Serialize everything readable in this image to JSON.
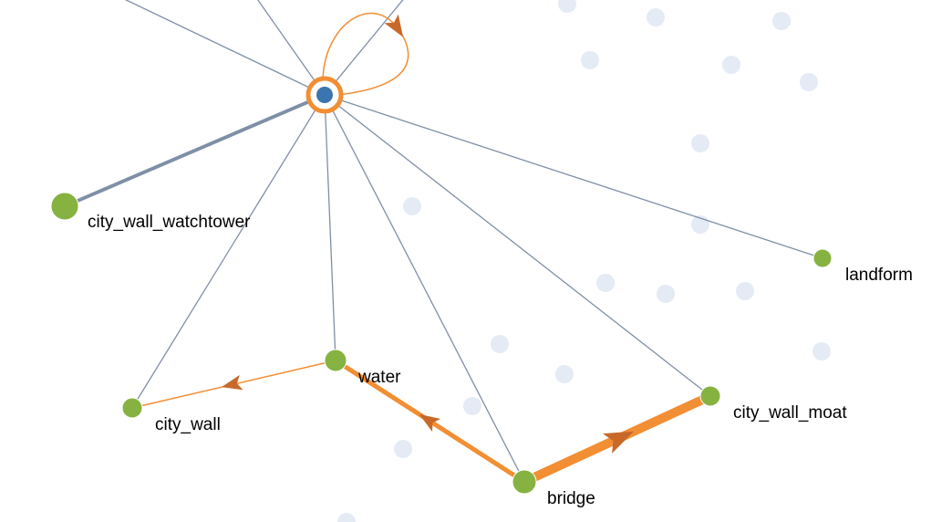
{
  "graph": {
    "center_node": {
      "id": "center",
      "label": ""
    },
    "nodes": [
      {
        "id": "city_wall_watchtower",
        "label": "city_wall_watchtower"
      },
      {
        "id": "city_wall",
        "label": "city_wall"
      },
      {
        "id": "water",
        "label": "water"
      },
      {
        "id": "bridge",
        "label": "bridge"
      },
      {
        "id": "city_wall_moat",
        "label": "city_wall_moat"
      },
      {
        "id": "landform",
        "label": "landform"
      }
    ],
    "neutral_edges": [
      {
        "source": "center",
        "target": "offscreen_a",
        "weight": 1
      },
      {
        "source": "center",
        "target": "offscreen_b",
        "weight": 1
      },
      {
        "source": "center",
        "target": "offscreen_c",
        "weight": 1
      },
      {
        "source": "center",
        "target": "city_wall_watchtower",
        "weight": 3
      },
      {
        "source": "center",
        "target": "city_wall",
        "weight": 1
      },
      {
        "source": "center",
        "target": "water",
        "weight": 1
      },
      {
        "source": "center",
        "target": "bridge",
        "weight": 1
      },
      {
        "source": "center",
        "target": "city_wall_moat",
        "weight": 1
      },
      {
        "source": "center",
        "target": "landform",
        "weight": 1
      }
    ],
    "highlighted_edges": [
      {
        "source": "center",
        "target": "center",
        "weight": 1.5
      },
      {
        "source": "water",
        "target": "city_wall",
        "weight": 1.5
      },
      {
        "source": "bridge",
        "target": "water",
        "weight": 5
      },
      {
        "source": "bridge",
        "target": "city_wall_moat",
        "weight": 10
      }
    ],
    "colors": {
      "neutral_edge": "#7f8fa6",
      "highlight_edge": "#f28e33",
      "arrow": "#c8692a",
      "node": "#86b241",
      "center_fill": "#3a75b0",
      "center_ring": "#f28e33",
      "faded_node": "#e4ebf4"
    }
  }
}
